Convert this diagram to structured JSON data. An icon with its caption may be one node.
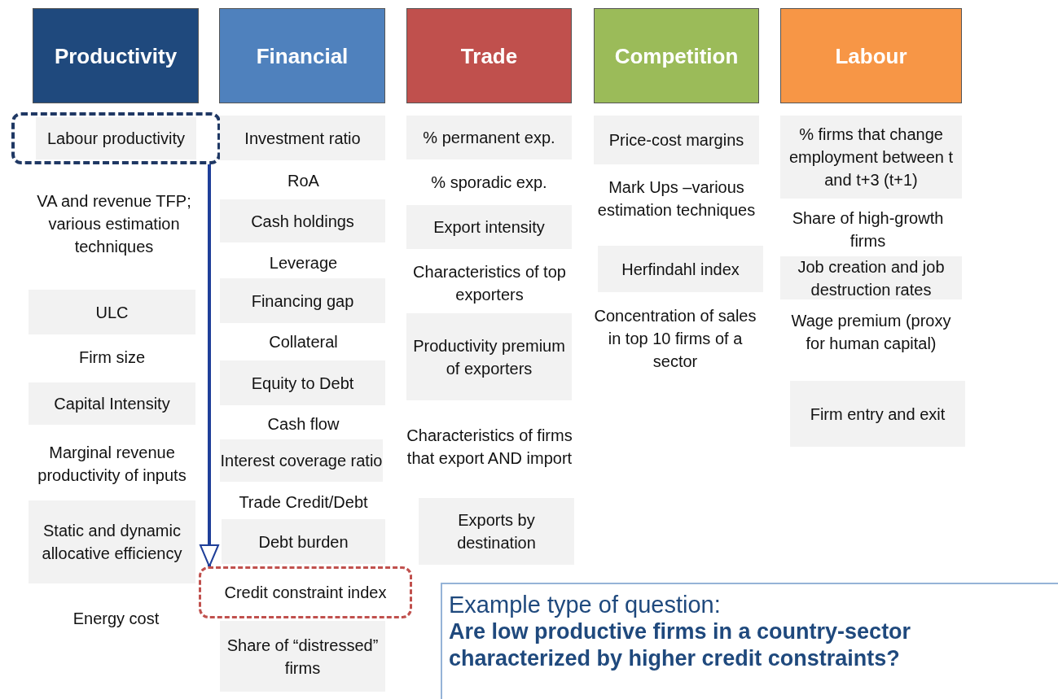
{
  "diagram": {
    "nodes": [
      {
        "text": [
          "Productivity"
        ]
      },
      {
        "text": [
          "Labour productivity"
        ]
      },
      {
        "text": [
          "ULC"
        ]
      },
      {
        "text": [
          "Capital Intensity"
        ]
      },
      {
        "text": [
          "Static and dynamic allocative efficiency"
        ]
      },
      {
        "text": [
          "Financial"
        ]
      },
      {
        "text": [
          "Investment ratio"
        ]
      },
      {
        "text": [
          "Cash holdings"
        ]
      },
      {
        "text": [
          "Financing gap"
        ]
      },
      {
        "text": [
          "Equity to Debt"
        ]
      },
      {
        "text": [
          "Interest coverage ratio"
        ]
      },
      {
        "text": [
          "Debt burden"
        ]
      },
      {
        "text": [
          "Credit constraint index"
        ]
      },
      {
        "text": [
          "Share of “distressed” firms"
        ]
      },
      {
        "text": [
          "Trade"
        ]
      },
      {
        "text": [
          "% permanent exp."
        ]
      },
      {
        "text": [
          "Export intensity"
        ]
      },
      {
        "text": [
          "Productivity premium of exporters"
        ]
      },
      {
        "text": [
          "Exports by destination"
        ]
      },
      {
        "text": [
          "Competition"
        ]
      },
      {
        "text": [
          "Price-cost margins"
        ]
      },
      {
        "text": [
          "Herfindahl index"
        ]
      },
      {
        "text": [
          "Labour"
        ]
      },
      {
        "text": [
          "% firms that change employment between t and t+3 (t+1)"
        ]
      },
      {
        "text": [
          "Job creation and job destruction rates"
        ]
      },
      {
        "text": [
          "Firm entry and exit"
        ]
      },
      {
        "text": [
          "Example type of question:",
          "Are low productive firms in a country-sector characterized by higher credit constraints?"
        ]
      }
    ],
    "edges": [
      {
        "from": 1,
        "to": 12,
        "arrow": "to"
      }
    ],
    "labels": [
      "VA and revenue TFP; various estimation techniques",
      "Firm size",
      "Marginal revenue productivity of inputs",
      "Energy cost",
      "RoA",
      "Leverage",
      "Collateral",
      "Cash flow",
      "Trade Credit/Debt",
      "% sporadic exp.",
      "Characteristics of top exporters",
      "Characteristics of firms that export AND import",
      "Mark Ups –various estimation techniques",
      "Concentration of sales in top 10 firms of a sector",
      "Share of high-growth firms",
      "Wage premium (proxy for human capital)"
    ]
  }
}
